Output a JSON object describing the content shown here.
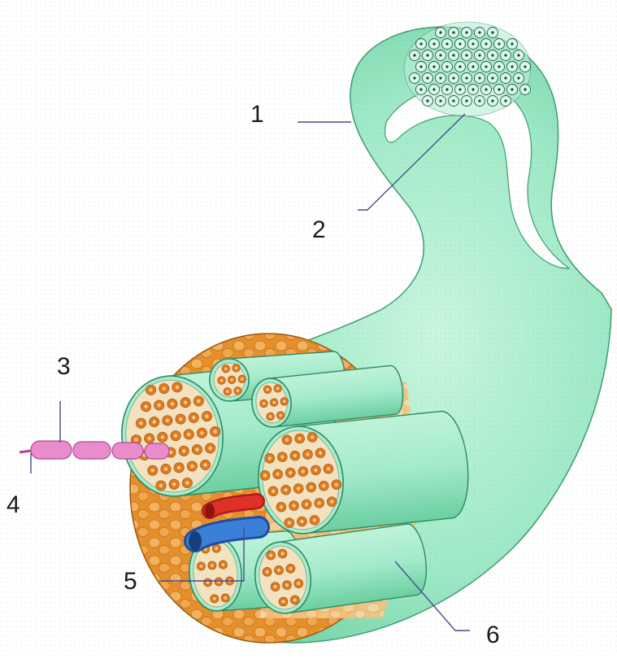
{
  "labels": [
    {
      "id": "1",
      "text": "1"
    },
    {
      "id": "2",
      "text": "2"
    },
    {
      "id": "3",
      "text": "3"
    },
    {
      "id": "4",
      "text": "4"
    },
    {
      "id": "5",
      "text": "5"
    },
    {
      "id": "6",
      "text": "6"
    }
  ],
  "colors": {
    "nerve_green": "#9fe9c6",
    "nerve_green_dark": "#6fcfa3",
    "fat_orange": "#e8962e",
    "fat_light": "#f6c98a",
    "axon_orange": "#e07a1e",
    "artery_red": "#e0302a",
    "vein_blue": "#3a7fd8",
    "myelin_pink": "#e98ccc",
    "leader_line": "#4a4a8a"
  }
}
